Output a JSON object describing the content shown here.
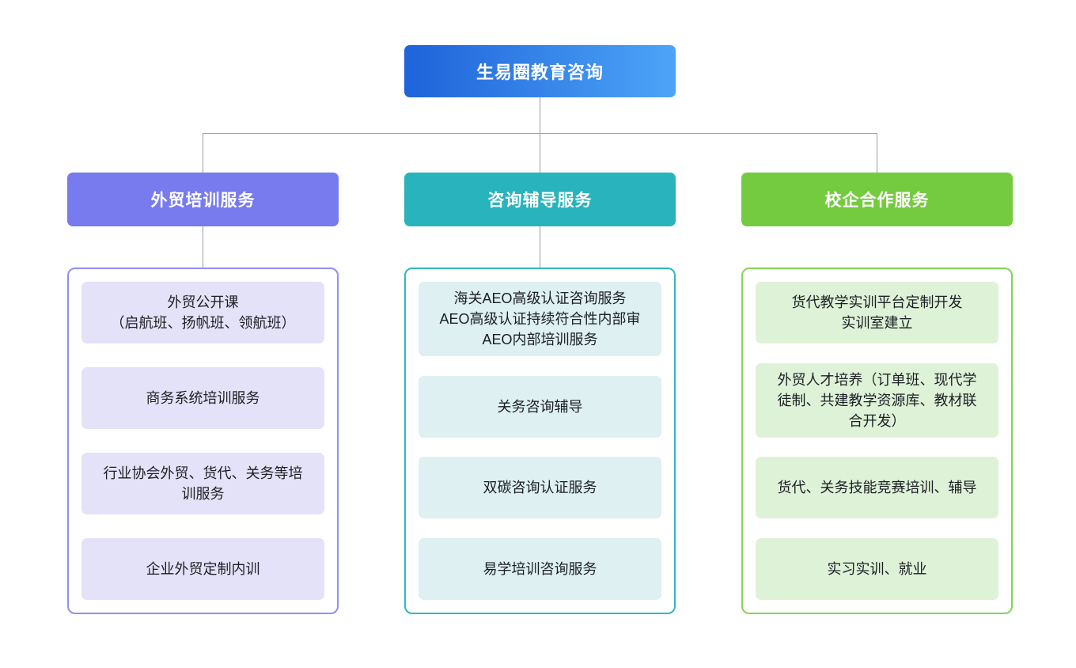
{
  "root": {
    "title": "生易圈教育咨询"
  },
  "palette": {
    "page_bg": "#ffffff",
    "connector": "#99a0a9",
    "root_gradient": [
      "#1e63da",
      "#4da4f7"
    ],
    "root_text": "#ffffff",
    "leaf_text": "#1c1f24"
  },
  "branches": [
    {
      "title": "外贸培训服务",
      "colors": {
        "header": "#777bed",
        "panel_border": "#8e90f2",
        "leaf_bg": "#e4e2f8"
      },
      "items": [
        "外贸公开课\n（启航班、扬帆班、领航班）",
        "商务系统培训服务",
        "行业协会外贸、货代、关务等培\n训服务",
        "企业外贸定制内训"
      ]
    },
    {
      "title": "咨询辅导服务",
      "colors": {
        "header": "#29b3bd",
        "panel_border": "#2fb8c1",
        "leaf_bg": "#def0f2"
      },
      "items": [
        "海关AEO高级认证咨询服务\nAEO高级认证持续符合性内部审\nAEO内部培训服务",
        "关务咨询辅导",
        "双碳咨询认证服务",
        "易学培训咨询服务"
      ]
    },
    {
      "title": "校企合作服务",
      "colors": {
        "header": "#75cb3f",
        "panel_border": "#85d453",
        "leaf_bg": "#def2d8"
      },
      "items": [
        "货代教学实训平台定制开发\n实训室建立",
        "外贸人才培养（订单班、现代学\n徒制、共建教学资源库、教材联\n合开发）",
        "货代、关务技能竞赛培训、辅导",
        "实习实训、就业"
      ]
    }
  ]
}
